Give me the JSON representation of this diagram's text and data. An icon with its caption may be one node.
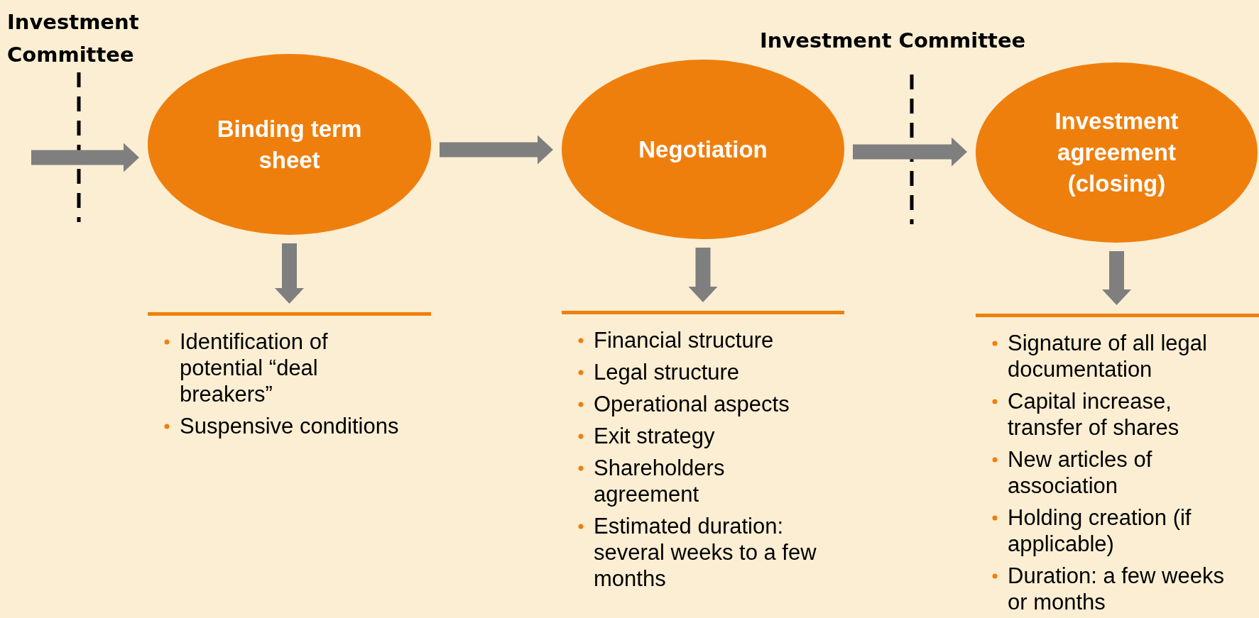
{
  "diagram": {
    "nodes": [
      {
        "text": [
          "Binding term sheet"
        ]
      },
      {
        "text": [
          "Negotiation"
        ]
      },
      {
        "text": [
          "Investment agreement (closing)"
        ]
      },
      {
        "text": [
          "Identification of potential “deal breakers”",
          "Suspensive conditions"
        ]
      },
      {
        "text": [
          "Financial structure",
          "Legal structure",
          "Operational aspects",
          "Exit strategy",
          "Shareholders agreement",
          "Estimated duration: several weeks to a few months"
        ]
      },
      {
        "text": [
          "Signature of all legal documentation",
          "Capital increase, transfer of shares",
          "New articles of association",
          "Holding creation (if applicable)",
          "Duration: a few weeks or months"
        ]
      }
    ],
    "edges": [
      {
        "from": null,
        "to": 0,
        "arrow": "to"
      },
      {
        "from": 0,
        "to": 1,
        "arrow": "to"
      },
      {
        "from": 1,
        "to": 2,
        "arrow": "to"
      },
      {
        "from": 0,
        "to": 3,
        "arrow": "to"
      },
      {
        "from": 1,
        "to": 4,
        "arrow": "to"
      },
      {
        "from": 2,
        "to": 5,
        "arrow": "to"
      }
    ],
    "labels": [
      "Investment Committee",
      "Investment Committee"
    ]
  }
}
